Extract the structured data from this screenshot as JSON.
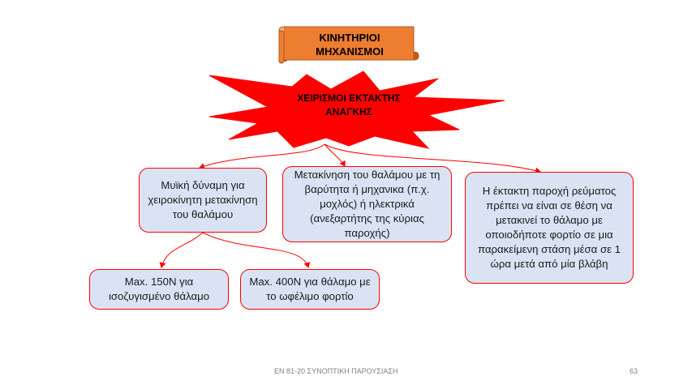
{
  "scroll_title": "ΚΙΝΗΤΗΡΙΟΙ\nΜΗΧΑΝΙΣΜΟΙ",
  "burst_title": "ΧΕΙΡΙΣΜΟΙ ΕΚΤΑΚΤΗΣ\nΑΝΑΓΚΗΣ",
  "boxes": {
    "muscle": "Μυϊκή δύναμη για χειροκίνητη μετακίνηση του θαλάμου",
    "gravity": "Μετακίνηση του θαλάμου με τη βαρύτητα ή μηχανικα (π.χ. μοχλός) ή ηλεκτρικά (ανεξαρτήτης της κύριας παροχής)",
    "power": "Η έκτακτη παροχή ρεύματος πρέπει να είναι σε θέση να μετακινεί το θάλαμο με οποιοδήποτε φορτίο σε μια παρακείμενη στάση μέσα σε 1 ώρα μετά από μία βλάβη",
    "max150": "Max. 150N για ισοζυγισμένο θάλαμο",
    "max400": "Max. 400N για θάλαμο με το ωφέλιμο φορτίο"
  },
  "footer": {
    "text": "ΕΝ 81-20 ΣΥΝΟΠΤΙΚΗ ΠΑΡΟΥΣΙΑΣΗ",
    "page_number": "63"
  },
  "colors": {
    "scroll_fill": "#ed7d31",
    "burst_fill": "#ff0000",
    "box_fill": "#dae3f3",
    "connector": "#ff0000"
  }
}
